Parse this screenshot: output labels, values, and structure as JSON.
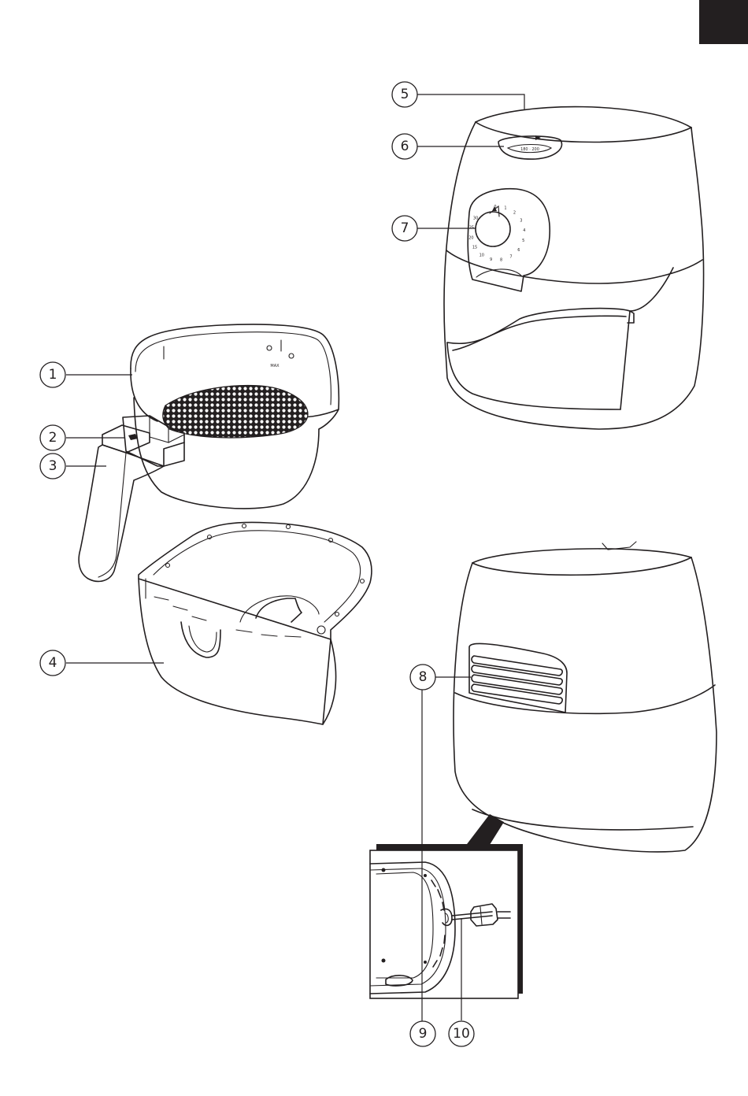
{
  "diagram": {
    "callouts": [
      {
        "id": "1",
        "label": "1"
      },
      {
        "id": "2",
        "label": "2"
      },
      {
        "id": "3",
        "label": "3"
      },
      {
        "id": "4",
        "label": "4"
      },
      {
        "id": "5",
        "label": "5"
      },
      {
        "id": "6",
        "label": "6"
      },
      {
        "id": "7",
        "label": "7"
      },
      {
        "id": "8",
        "label": "8"
      },
      {
        "id": "9",
        "label": "9"
      },
      {
        "id": "10",
        "label": "10"
      }
    ],
    "basket_marking": "MAX",
    "timer_dial_numbers": [
      "0",
      "1",
      "2",
      "3",
      "4",
      "5",
      "6",
      "7",
      "8",
      "9",
      "10",
      "15",
      "20",
      "25",
      "30"
    ],
    "temperature_window_text": "180 · 200"
  }
}
